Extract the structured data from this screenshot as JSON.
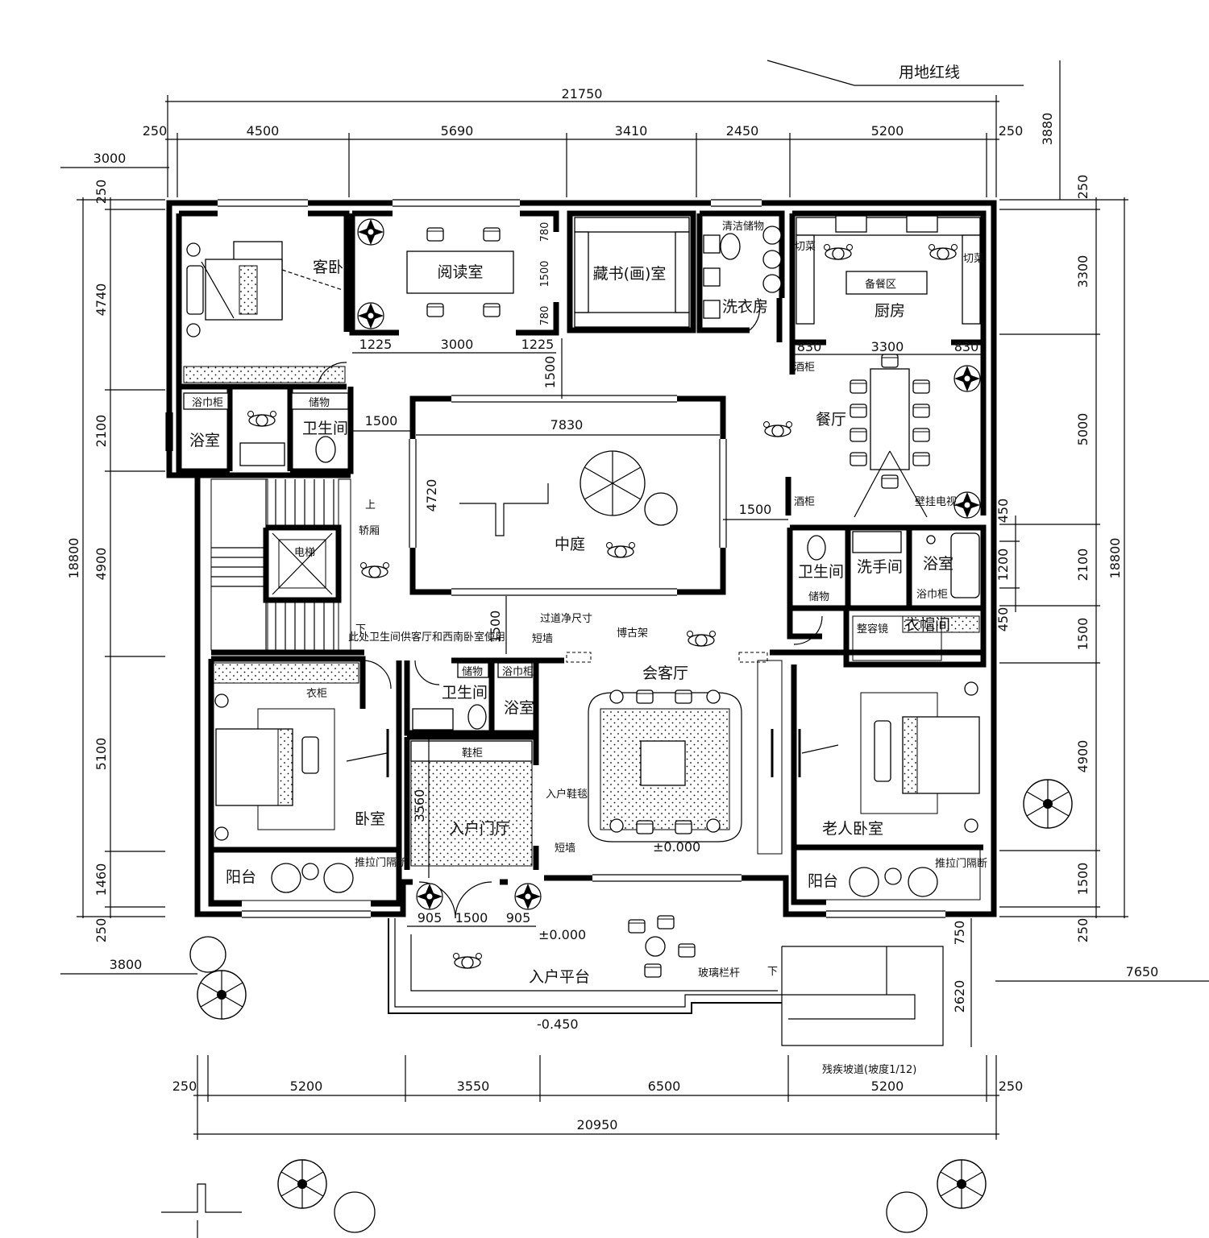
{
  "header": {
    "site_boundary": "用地红线"
  },
  "dims": {
    "top_total": "21750",
    "top": [
      "250",
      "4500",
      "5690",
      "3410",
      "2450",
      "5200",
      "250"
    ],
    "bottom_total": "20950",
    "bottom": [
      "250",
      "5200",
      "3550",
      "6500",
      "5200",
      "250"
    ],
    "left_total": "18800",
    "left": [
      "250",
      "4740",
      "2100",
      "4900",
      "5100",
      "1460",
      "250"
    ],
    "right_total": "18800",
    "right": [
      "250",
      "3300",
      "5000",
      "2100",
      "1500",
      "4900",
      "1500",
      "250"
    ],
    "right_small": [
      "450",
      "1200",
      "450"
    ],
    "setbacks": {
      "top": "3000",
      "top_right": "3880",
      "left_bottom": "3800",
      "right_bottom": "7650"
    },
    "reading": [
      "1225",
      "3000",
      "1225"
    ],
    "reading_side": [
      "780",
      "1500",
      "780"
    ],
    "kitchen": [
      "830",
      "3300",
      "830"
    ],
    "courtyard_w": "7830",
    "courtyard_h": "4720",
    "corridor": [
      "1500",
      "1500",
      "1500",
      "1500"
    ],
    "entry_h": "3560",
    "entry_w": [
      "905",
      "1500",
      "905"
    ],
    "platform": [
      "750",
      "2620"
    ]
  },
  "rooms": {
    "guest_bed": "客卧",
    "reading": "阅读室",
    "library": "藏书(画)室",
    "laundry": "洗衣房",
    "cleaning": "清洁储物",
    "kitchen": "厨房",
    "prep": "备餐区",
    "cut1": "切菜",
    "cut2": "切菜",
    "bath_nw": "浴室",
    "wc_nw": "卫生间",
    "towel_nw": "浴巾柜",
    "store_nw": "储物",
    "dining": "餐厅",
    "wine1": "酒柜",
    "wine2": "酒柜",
    "tv": "壁挂电视",
    "courtyard": "中庭",
    "elevator": "电梯",
    "car": "轿厢",
    "up": "上",
    "down": "下",
    "wc_e": "卫生间",
    "store_e": "储物",
    "wash": "洗手间",
    "bath_e": "浴室",
    "towel_e": "浴巾柜",
    "cloak": "衣帽间",
    "mirror": "整容镜",
    "note": "此处卫生间供客厅和西南卧室使用",
    "passage": "过道净尺寸",
    "short_wall": "短墙",
    "short_wall2": "短墙",
    "antique": "博古架",
    "living": "会客厅",
    "wc_s": "卫生间",
    "store_s": "储物",
    "towel_s": "浴巾柜",
    "bath_s": "浴室",
    "wardrobe": "衣柜",
    "bed_sw": "卧室",
    "shoe": "鞋柜",
    "mat": "入户鞋毯",
    "foyer": "入户门厅",
    "elder": "老人卧室",
    "balcony1": "阳台",
    "balcony2": "阳台",
    "slide1": "推拉门隔断",
    "slide2": "推拉门隔断",
    "level0": "±0.000",
    "level0b": "±0.000",
    "platform": "入户平台",
    "railing": "玻璃栏杆",
    "ramp_down": "下",
    "ramp": "残疾坡道(坡度1/12)",
    "level_low": "-0.450"
  }
}
